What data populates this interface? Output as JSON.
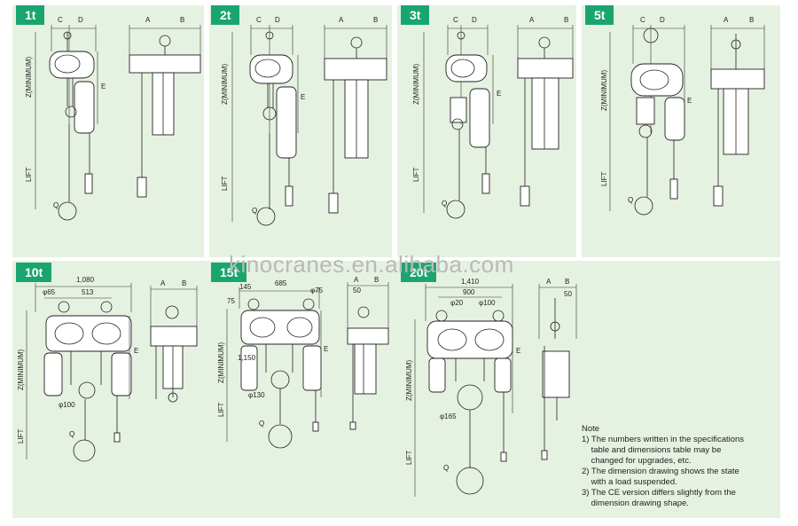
{
  "capacities": [
    "1t",
    "2t",
    "3t",
    "5t",
    "10t",
    "15t",
    "20t"
  ],
  "labels": {
    "c": "C",
    "d": "D",
    "a": "A",
    "b": "B",
    "e": "E",
    "z": "Z(MINIMUM)",
    "lift": "LIFT",
    "q": "Q"
  },
  "dims_10t": {
    "width": "1,080",
    "d1": "φ65",
    "d2": "513",
    "hook": "φ100"
  },
  "dims_15t": {
    "d1": "145",
    "d2": "685",
    "d3": "φ75",
    "d4": "75",
    "d5": "1,150",
    "hook": "φ130",
    "b_val": "50"
  },
  "dims_20t": {
    "width": "1,410",
    "d1": "900",
    "d2": "φ20",
    "d3": "φ100",
    "hook": "φ165",
    "b_val": "50"
  },
  "watermark": "kinocranes.en.alibaba.com",
  "note": {
    "title": "Note",
    "items": [
      "1) The numbers written in the specifications\n    table and dimensions table may be\n    changed for upgrades, etc.",
      "2) The dimension drawing shows the state\n    with a load suspended.",
      "3) The CE version differs slightly from the\n    dimension drawing shape."
    ]
  }
}
